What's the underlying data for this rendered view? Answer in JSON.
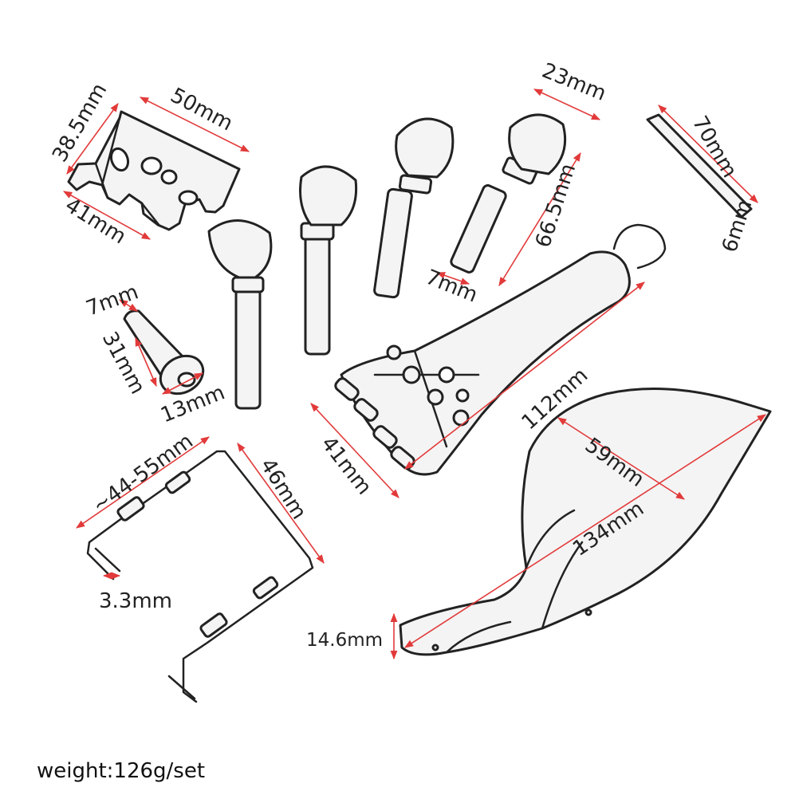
{
  "dimensions": {
    "bridge_height": "38.5mm",
    "bridge_top": "50mm",
    "bridge_bottom": "41mm",
    "peg_head": "23mm",
    "peg_length": "66.5mm",
    "peg_tip": "7mm",
    "rod_length": "70mm",
    "rod_diameter": "6mm",
    "endpin_top": "7mm",
    "endpin_length": "31mm",
    "endpin_base": "13mm",
    "tailpiece_length": "112mm",
    "tailpiece_width": "41mm",
    "clamp_width": "~44-55mm",
    "clamp_height": "46mm",
    "clamp_rod": "3.3mm",
    "chinrest_width": "59mm",
    "chinrest_length": "134mm",
    "chinrest_height": "14.6mm"
  },
  "footer": {
    "weight": "weight:126g/set"
  },
  "colors": {
    "dimension_line": "#e23a3a",
    "outline": "#222222"
  }
}
